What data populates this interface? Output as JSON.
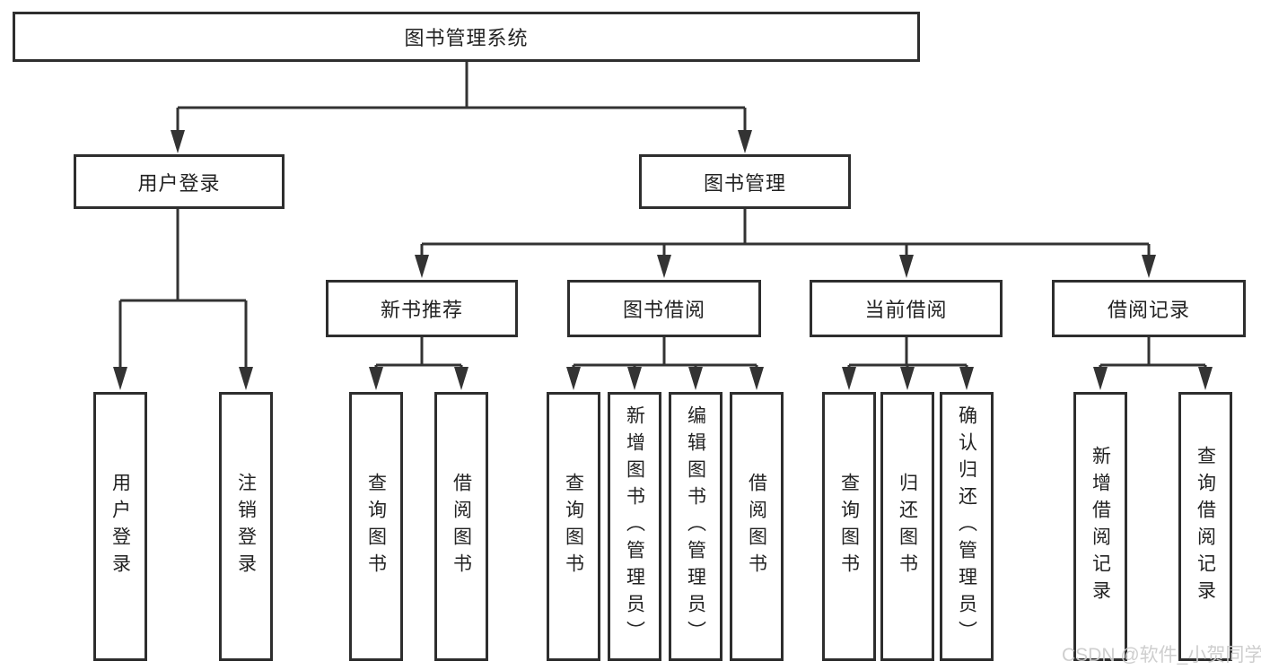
{
  "colors": {
    "line": "#333333",
    "border": "#2e2e2e",
    "text": "#222222",
    "bg": "#ffffff",
    "watermark": "#cccccc"
  },
  "watermark": {
    "text": "CSDN @软件_小贺同学"
  },
  "tree": {
    "label": "图书管理系统",
    "children": [
      {
        "label": "用户登录",
        "children": [
          {
            "label": "用户登录"
          },
          {
            "label": "注销登录"
          }
        ]
      },
      {
        "label": "图书管理",
        "children": [
          {
            "label": "新书推荐",
            "children": [
              {
                "label": "查询图书"
              },
              {
                "label": "借阅图书"
              }
            ]
          },
          {
            "label": "图书借阅",
            "children": [
              {
                "label": "查询图书"
              },
              {
                "label": "新增图书（管理员）"
              },
              {
                "label": "编辑图书（管理员）"
              },
              {
                "label": "借阅图书"
              }
            ]
          },
          {
            "label": "当前借阅",
            "children": [
              {
                "label": "查询图书"
              },
              {
                "label": "归还图书"
              },
              {
                "label": "确认归还（管理员）"
              }
            ]
          },
          {
            "label": "借阅记录",
            "children": [
              {
                "label": "新增借阅记录"
              },
              {
                "label": "查询借阅记录"
              }
            ]
          }
        ]
      }
    ]
  }
}
